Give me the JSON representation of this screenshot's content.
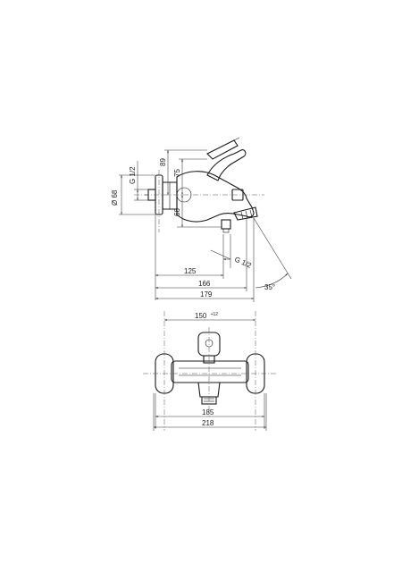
{
  "side_view": {
    "dims": {
      "d125": "125",
      "d166": "166",
      "d179": "179",
      "angle": "35°",
      "d89": "89",
      "d75": "75",
      "d66": "66",
      "dia68": "Ø 68",
      "g_inlet": "G 1/2",
      "g_outlet": "G 1/2"
    }
  },
  "front_view": {
    "dims": {
      "d150": "150",
      "d150_tol": "+12",
      "d185": "185",
      "d218": "218"
    }
  },
  "colors": {
    "line": "#1a1a1a",
    "background": "#ffffff"
  }
}
